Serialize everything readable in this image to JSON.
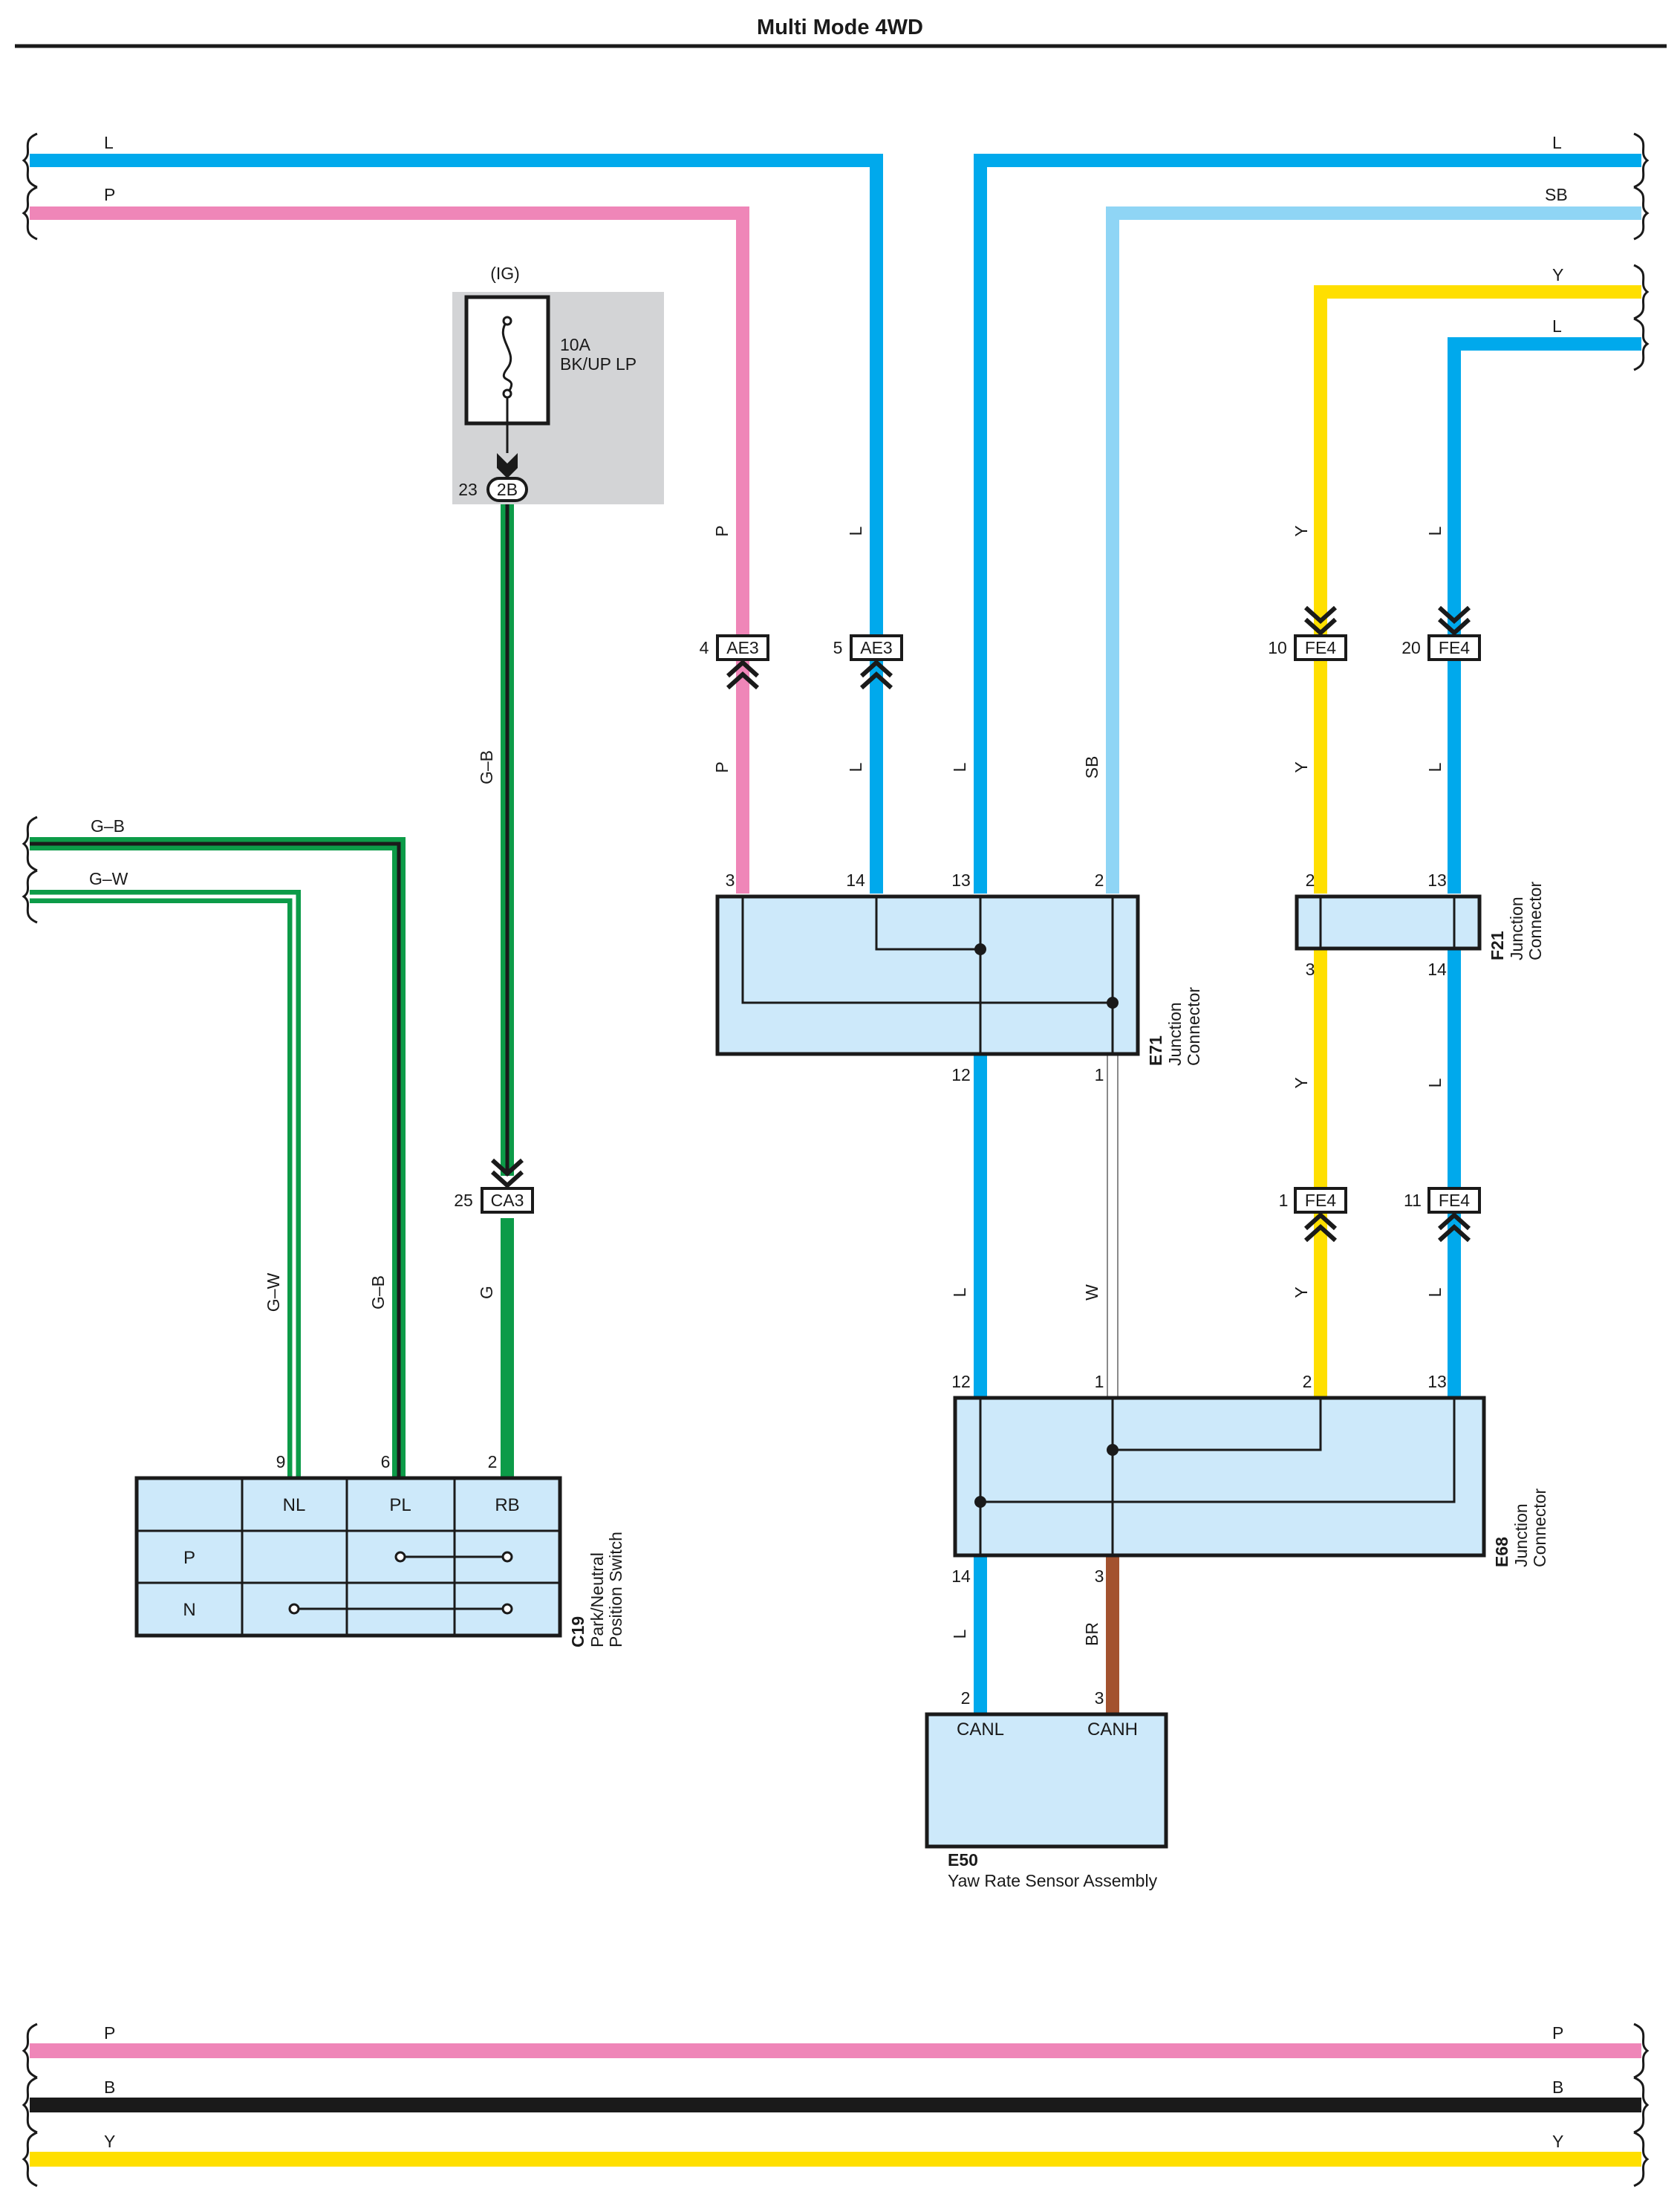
{
  "title": "Multi Mode 4WD",
  "colors": {
    "L": "#00a9ec",
    "P": "#ef86b8",
    "SB": "#8fd5f5",
    "Y": "#ffdf00",
    "G": "#0c9b48",
    "W": "#ffffff",
    "BR": "#a3522f",
    "B": "#1a1a1a",
    "connector_fill": "#cde9fa",
    "fuse_box": "#d3d4d6"
  },
  "wires": {
    "top_L_left": "L",
    "top_P_left": "P",
    "top_L_right": "L",
    "top_SB_right": "SB",
    "top_Y_right": "Y",
    "top_L2_right": "L",
    "gb_left": "G–B",
    "gw_left": "G–W",
    "p_upper": "P",
    "l_upper": "L",
    "y_upper": "Y",
    "l2_upper": "L",
    "gb_vertical": "G–B",
    "p_lower": "P",
    "l_lower": "L",
    "l_e71_in": "L",
    "sb_e71_in": "SB",
    "y_mid": "Y",
    "l2_mid": "L",
    "g_lower": "G",
    "gw_vertical": "G–W",
    "gb_switch": "G–B",
    "l_e68_in": "L",
    "w_e68_in": "W",
    "y_lower": "Y",
    "l2_lower": "L",
    "l_e50": "L",
    "br_e50": "BR",
    "bottom_P_left": "P",
    "bottom_P_right": "P",
    "bottom_B_left": "B",
    "bottom_B_right": "B",
    "bottom_Y_left": "Y",
    "bottom_Y_right": "Y"
  },
  "fuse": {
    "power_source": "(IG)",
    "rating": "10A",
    "name": "BK/UP LP",
    "connector": "2B",
    "pin": "23"
  },
  "inline_connectors": {
    "ae3_p": {
      "code": "AE3",
      "pin": "4"
    },
    "ae3_l": {
      "code": "AE3",
      "pin": "5"
    },
    "fe4_y_top": {
      "code": "FE4",
      "pin": "10"
    },
    "fe4_l_top": {
      "code": "FE4",
      "pin": "20"
    },
    "ca3": {
      "code": "CA3",
      "pin": "25"
    },
    "fe4_y_bottom": {
      "code": "FE4",
      "pin": "1"
    },
    "fe4_l_bottom": {
      "code": "FE4",
      "pin": "11"
    }
  },
  "e71": {
    "id": "E71",
    "name_line1": "Junction",
    "name_line2": "Connector",
    "pins_top": [
      "3",
      "14",
      "13",
      "2"
    ],
    "pins_bottom": [
      "12",
      "1"
    ]
  },
  "f21": {
    "id": "F21",
    "name_line1": "Junction",
    "name_line2": "Connector",
    "pins_top": [
      "2",
      "13"
    ],
    "pins_bottom": [
      "3",
      "14"
    ]
  },
  "e68": {
    "id": "E68",
    "name_line1": "Junction",
    "name_line2": "Connector",
    "pins_top": [
      "12",
      "1",
      "2",
      "13"
    ],
    "pins_bottom": [
      "14",
      "3"
    ]
  },
  "e50": {
    "id": "E50",
    "name": "Yaw Rate Sensor Assembly",
    "pin_canl": "2",
    "pin_canh": "3",
    "label_canl": "CANL",
    "label_canh": "CANH",
    "harness_pins": [
      "14",
      "3"
    ]
  },
  "c19": {
    "id": "C19",
    "name_line1": "Park/Neutral",
    "name_line2": "Position Switch",
    "columns": [
      "NL",
      "PL",
      "RB"
    ],
    "rows": [
      "P",
      "N"
    ],
    "pins": [
      "9",
      "6",
      "2"
    ]
  }
}
